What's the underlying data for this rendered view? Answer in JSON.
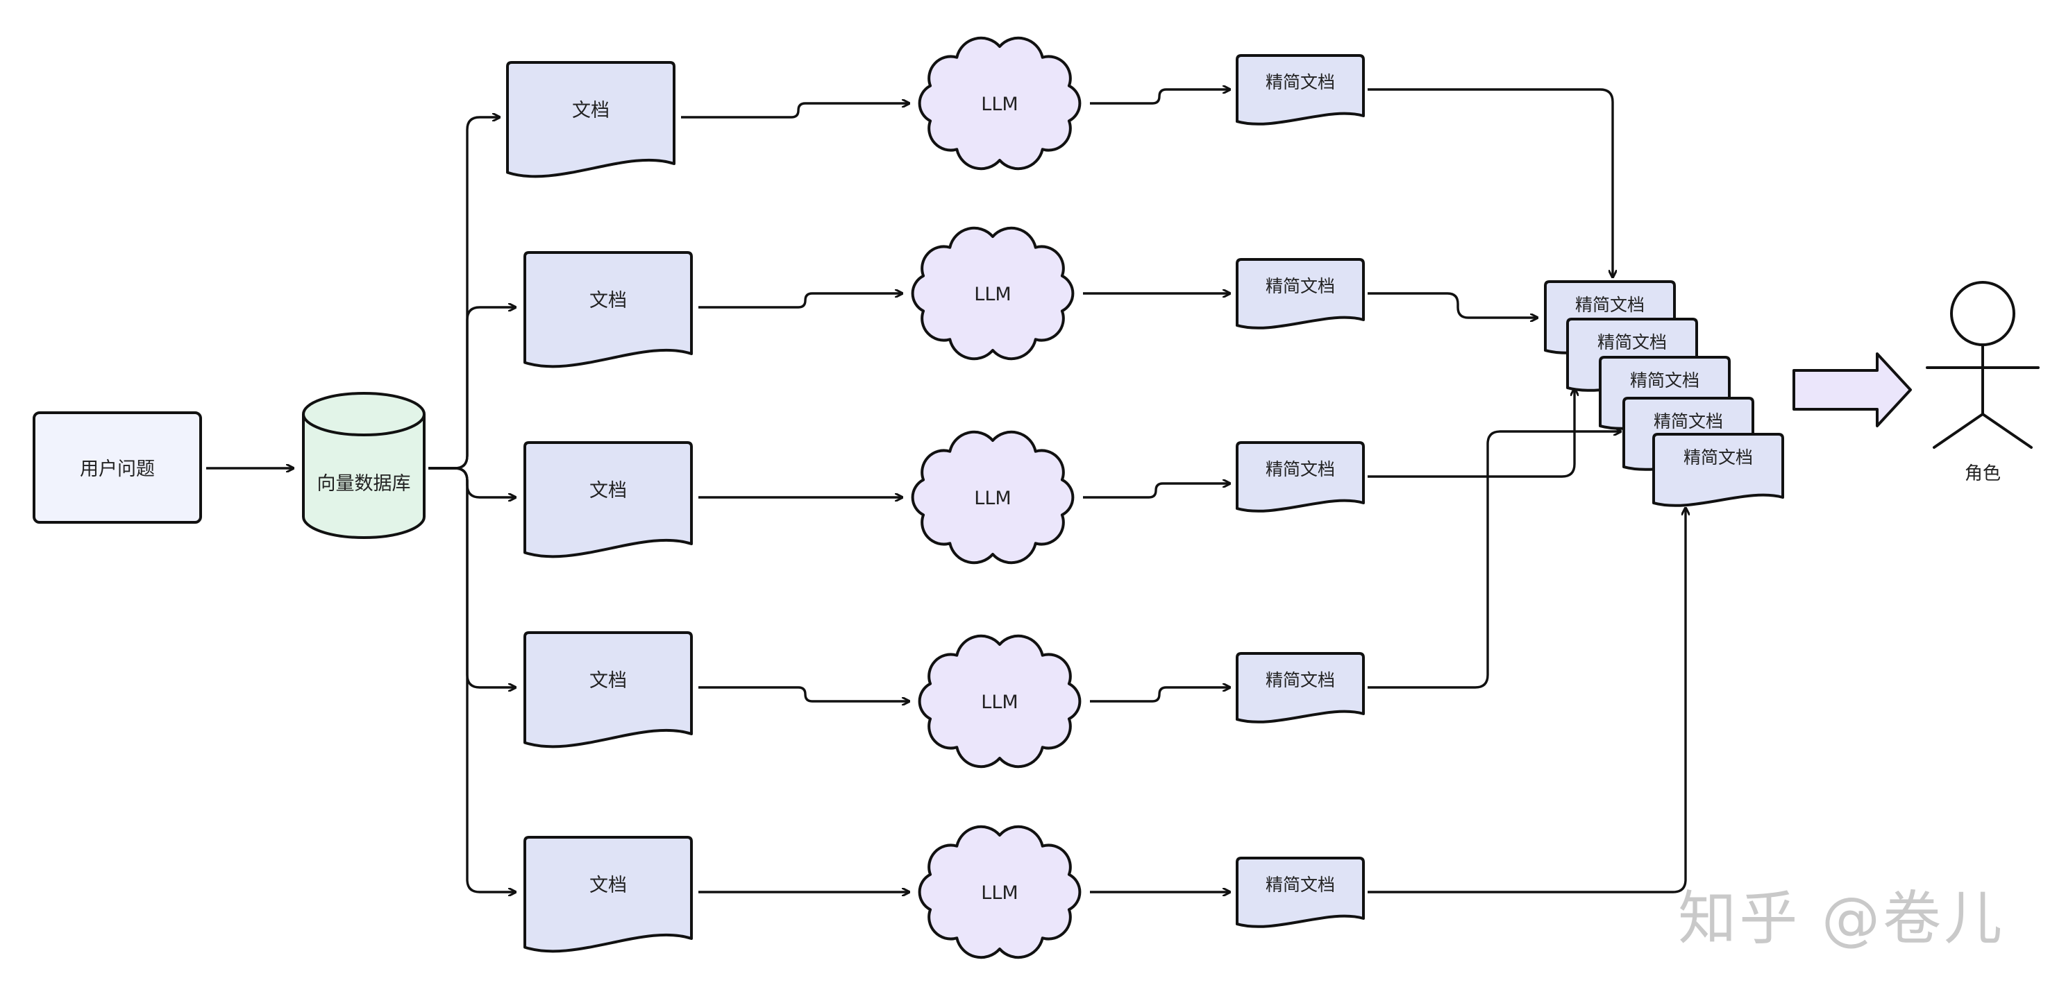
{
  "colors": {
    "question_fill": "#f1f3fd",
    "database_fill": "#e2f4e8",
    "document_fill": "#dfe3f6",
    "llm_fill": "#ebe6fb",
    "result_fill": "#dfe3f6",
    "big_arrow_fill": "#ebe6fb",
    "stroke": "#111111"
  },
  "icons": {
    "role_icon": "stick-figure-icon",
    "big_arrow": "right-arrow-icon"
  },
  "nodes": {
    "question": "用户问题",
    "database": "向量数据库",
    "role": "角色"
  },
  "rows": [
    {
      "document": "文档",
      "llm": "LLM",
      "summary": "精简文档"
    },
    {
      "document": "文档",
      "llm": "LLM",
      "summary": "精简文档"
    },
    {
      "document": "文档",
      "llm": "LLM",
      "summary": "精简文档"
    },
    {
      "document": "文档",
      "llm": "LLM",
      "summary": "精简文档"
    },
    {
      "document": "文档",
      "llm": "LLM",
      "summary": "精简文档"
    }
  ],
  "stack": [
    "精简文档",
    "精简文档",
    "精简文档",
    "精简文档",
    "精简文档"
  ],
  "watermark": "知乎 @卷儿"
}
